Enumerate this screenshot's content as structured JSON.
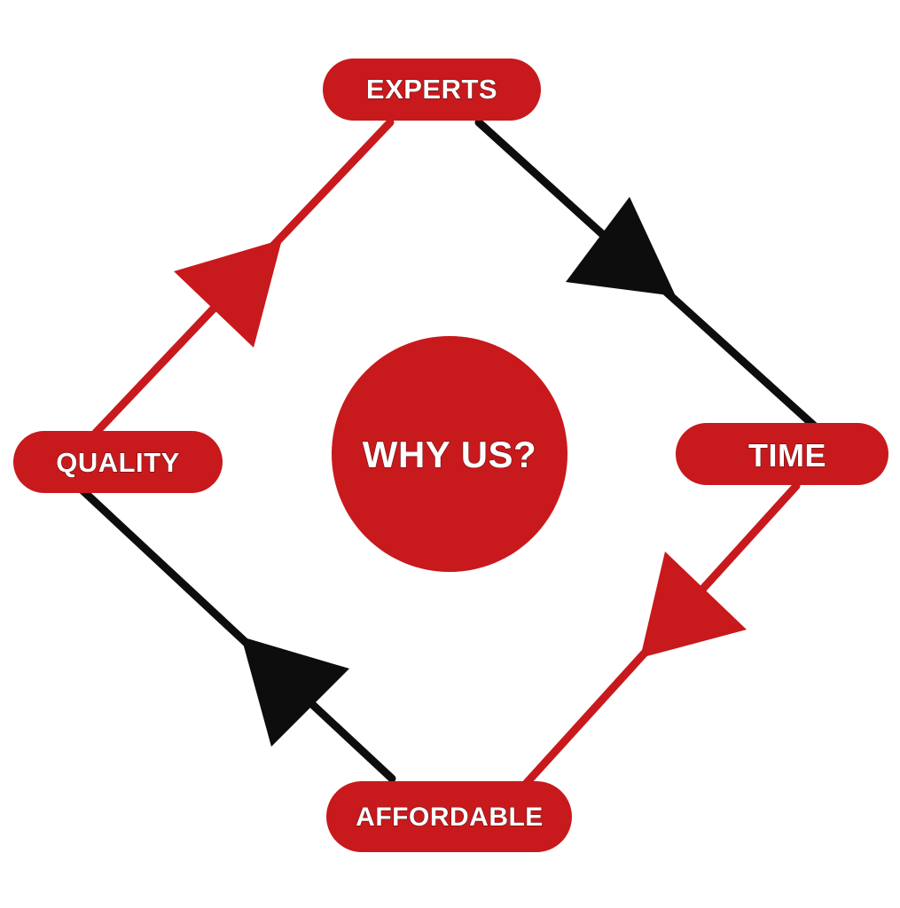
{
  "colors": {
    "red": "#c8191d",
    "black": "#0d0d0d",
    "background": "#ffffff",
    "text": "#ffffff"
  },
  "center": {
    "label": "WHY US?"
  },
  "nodes": {
    "experts": {
      "label": "EXPERTS"
    },
    "time": {
      "label": "TIME"
    },
    "affordable": {
      "label": "AFFORDABLE"
    },
    "quality": {
      "label": "QUALITY"
    }
  },
  "connectors": [
    {
      "from": "experts",
      "to": "time",
      "color": "black"
    },
    {
      "from": "time",
      "to": "affordable",
      "color": "red"
    },
    {
      "from": "affordable",
      "to": "quality",
      "color": "black"
    },
    {
      "from": "quality",
      "to": "experts",
      "color": "red"
    }
  ]
}
